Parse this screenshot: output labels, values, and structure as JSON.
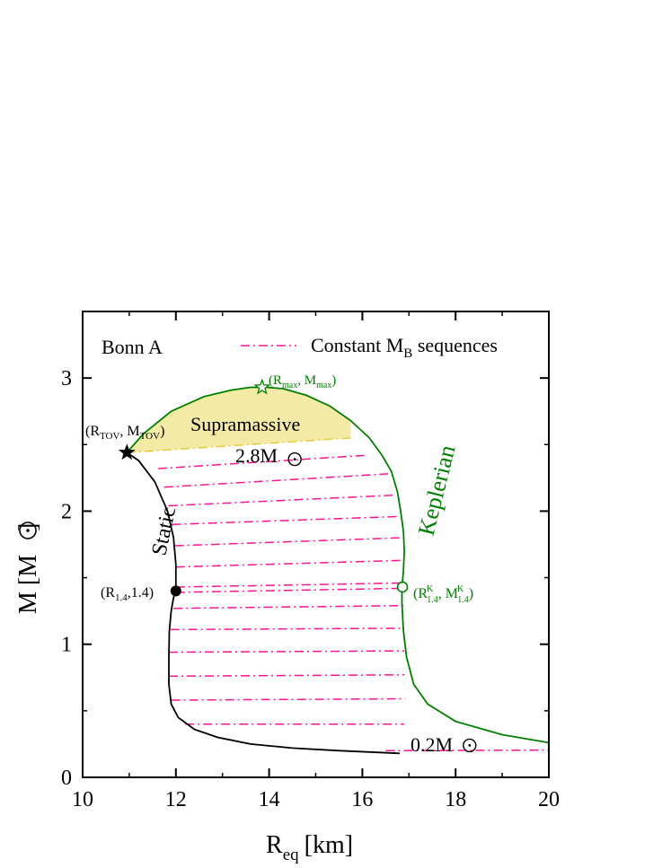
{
  "chart_data": {
    "type": "line",
    "title": "",
    "xlabel": "R",
    "xlabel_sub": "eq",
    "xlabel_unit": "[km]",
    "ylabel": "M [M",
    "ylabel_close": "]",
    "xlim": [
      10,
      20
    ],
    "ylim": [
      0,
      3.5
    ],
    "xticks": [
      10,
      12,
      14,
      16,
      18,
      20
    ],
    "yticks": [
      0,
      1,
      2,
      3
    ],
    "grid": false,
    "panel_label": "Bonn A",
    "legend": {
      "placement": "top-right",
      "text": "Constant M",
      "sub": "B",
      "tail": " sequences"
    },
    "colors": {
      "static": "#000000",
      "keplerian": "#008000",
      "constant_mb": "#ff1493",
      "supramassive_fill": "#f3eaa6",
      "supramassive_border": "#e6c832"
    },
    "series": [
      {
        "name": "Static",
        "x": [
          16.8,
          15.5,
          14.5,
          13.6,
          12.9,
          12.4,
          12.05,
          11.9,
          11.85,
          11.85,
          11.86,
          11.9,
          11.95,
          12.0,
          12.0,
          11.95,
          11.82,
          11.55,
          11.2,
          10.95
        ],
        "y": [
          0.18,
          0.2,
          0.22,
          0.25,
          0.3,
          0.36,
          0.45,
          0.55,
          0.7,
          0.9,
          1.1,
          1.25,
          1.35,
          1.4,
          1.6,
          1.8,
          2.0,
          2.22,
          2.38,
          2.44
        ]
      },
      {
        "name": "Keplerian",
        "x": [
          20.0,
          19.0,
          18.0,
          17.4,
          17.1,
          16.95,
          16.88,
          16.85,
          16.85,
          16.88,
          16.9,
          16.88,
          16.82,
          16.75,
          16.62,
          16.42,
          16.15,
          15.75,
          15.3,
          14.8,
          14.3,
          13.95,
          13.6,
          13.2,
          12.6,
          11.9,
          11.3,
          10.95
        ],
        "y": [
          0.26,
          0.32,
          0.42,
          0.55,
          0.7,
          0.9,
          1.1,
          1.3,
          1.43,
          1.55,
          1.7,
          1.85,
          2.0,
          2.15,
          2.3,
          2.42,
          2.55,
          2.68,
          2.79,
          2.87,
          2.92,
          2.93,
          2.93,
          2.91,
          2.86,
          2.75,
          2.58,
          2.44
        ]
      }
    ],
    "constant_mb_sequences": [
      {
        "x": [
          16.5,
          20.0
        ],
        "y": [
          0.2,
          0.205
        ]
      },
      {
        "x": [
          12.2,
          16.9
        ],
        "y": [
          0.4,
          0.4
        ]
      },
      {
        "x": [
          11.9,
          16.92
        ],
        "y": [
          0.58,
          0.59
        ]
      },
      {
        "x": [
          11.85,
          16.9
        ],
        "y": [
          0.76,
          0.77
        ]
      },
      {
        "x": [
          11.85,
          16.9
        ],
        "y": [
          0.94,
          0.95
        ]
      },
      {
        "x": [
          11.88,
          16.9
        ],
        "y": [
          1.11,
          1.12
        ]
      },
      {
        "x": [
          11.95,
          16.88
        ],
        "y": [
          1.27,
          1.29
        ]
      },
      {
        "x": [
          12.0,
          16.86
        ],
        "y": [
          1.39,
          1.42
        ]
      },
      {
        "x": [
          12.0,
          16.86
        ],
        "y": [
          1.43,
          1.46
        ]
      },
      {
        "x": [
          12.0,
          16.85
        ],
        "y": [
          1.58,
          1.63
        ]
      },
      {
        "x": [
          11.98,
          16.83
        ],
        "y": [
          1.74,
          1.8
        ]
      },
      {
        "x": [
          11.92,
          16.78
        ],
        "y": [
          1.9,
          1.96
        ]
      },
      {
        "x": [
          11.84,
          16.7
        ],
        "y": [
          2.04,
          2.12
        ]
      },
      {
        "x": [
          11.75,
          16.55
        ],
        "y": [
          2.18,
          2.28
        ]
      },
      {
        "x": [
          11.62,
          16.12
        ],
        "y": [
          2.32,
          2.42
        ]
      }
    ],
    "supramassive_region": {
      "label": "Supramassive",
      "upper": {
        "x": [
          10.95,
          11.3,
          11.9,
          12.6,
          13.2,
          13.6,
          13.95,
          14.3,
          14.8,
          15.3,
          15.75
        ],
        "y": [
          2.44,
          2.58,
          2.75,
          2.86,
          2.91,
          2.93,
          2.93,
          2.92,
          2.87,
          2.79,
          2.68
        ]
      },
      "lower": {
        "x": [
          15.75,
          10.95
        ],
        "y": [
          2.55,
          2.44
        ]
      }
    },
    "curve_labels": {
      "static": "Static",
      "keplerian": "Keplerian"
    },
    "points": {
      "tov": {
        "x": 10.95,
        "y": 2.44,
        "label_main": "(R",
        "label_sub1": "TOV",
        "label_mid": ", M",
        "label_sub2": "TOV",
        "label_end": ")"
      },
      "max": {
        "x": 13.85,
        "y": 2.93,
        "label_main": "(R",
        "label_sub1": "max",
        "label_mid": ", M",
        "label_sub2": "max",
        "label_end": ")"
      },
      "r14": {
        "x": 12.0,
        "y": 1.4,
        "label_main": "(R",
        "label_sub1": "1.4",
        "label_end": ",1.4)"
      },
      "r14k": {
        "x": 16.86,
        "y": 1.43,
        "label_main": "(R",
        "label_sup1": "K",
        "label_sub1": "1.4",
        "label_mid": ", M",
        "label_sup2": "K",
        "label_sub2": "1.4",
        "label_end": ")"
      }
    },
    "annotations": {
      "m28": {
        "text": "2.8M",
        "x": 14.55,
        "y": 2.39
      },
      "m02": {
        "text": "0.2M",
        "x": 18.3,
        "y": 0.24
      }
    }
  }
}
